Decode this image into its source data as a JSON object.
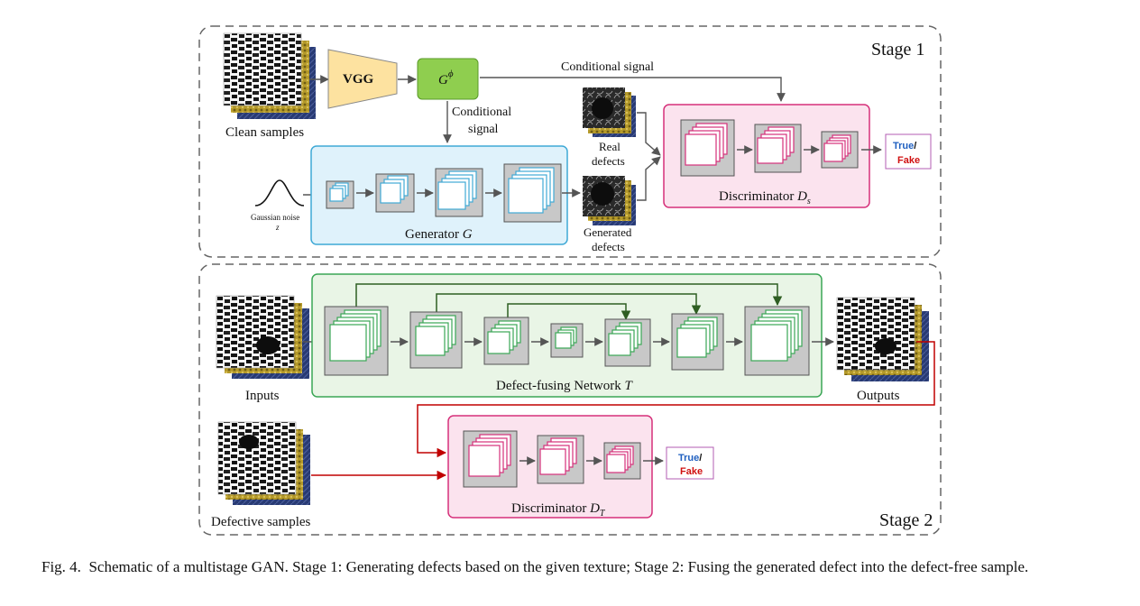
{
  "stage1": {
    "label": "Stage 1",
    "clean_samples": "Clean samples",
    "vgg": "VGG",
    "gphi": "G",
    "gphi_sup": "ϕ",
    "cond_signal_top": "Conditional signal",
    "cond_signal_down_1": "Conditional",
    "cond_signal_down_2": "signal",
    "noise_label": "Gaussian noise",
    "noise_var": "z",
    "generator_label": "Generator ",
    "generator_var": "G",
    "real_defects_1": "Real",
    "real_defects_2": "defects",
    "generated_defects_1": "Generated",
    "generated_defects_2": "defects",
    "discriminator_label": "Discriminator ",
    "discriminator_var": "D",
    "discriminator_sub": "s",
    "true_label": "True",
    "slash": "/",
    "fake_label": "Fake"
  },
  "stage2": {
    "label": "Stage 2",
    "inputs": "Inputs",
    "outputs": "Outputs",
    "network_label": "Defect-fusing Network ",
    "network_var": "T",
    "defective_samples": "Defective samples",
    "discriminator_label": "Discriminator ",
    "discriminator_var": "D",
    "discriminator_sub": "T",
    "true_label": "True",
    "slash": "/",
    "fake_label": "Fake"
  },
  "caption": {
    "prefix": "Fig. 4.",
    "text": "Schematic of a multistage GAN. Stage 1: Generating defects based on the given texture; Stage 2: Fusing the generated defect into the defect-free sample."
  },
  "colors": {
    "generator_fill": "#dff2fb",
    "generator_stroke": "#3fa9d6",
    "discriminator_fill": "#fbe3ee",
    "discriminator_stroke": "#d6307a",
    "network_fill": "#e9f5e6",
    "network_stroke": "#3aa655",
    "vgg_fill": "#fde2a0",
    "gphi_fill": "#8fce4f",
    "red_arrow": "#c00000",
    "true_color": "#2060c0",
    "fake_color": "#d01010"
  }
}
